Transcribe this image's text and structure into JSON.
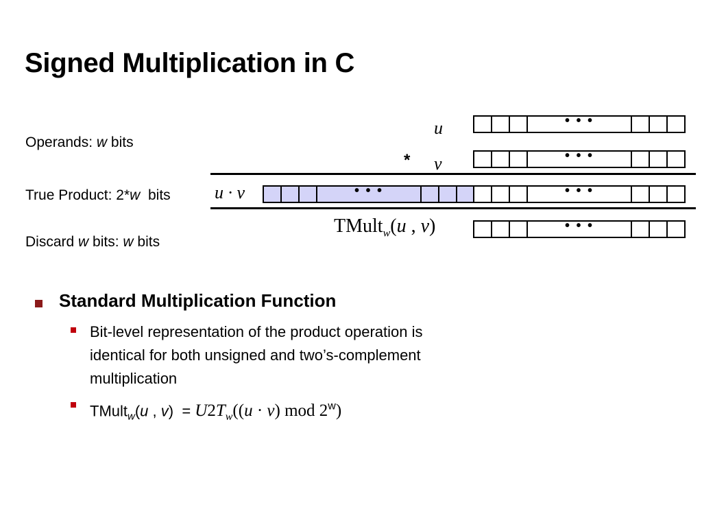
{
  "slide": {
    "title": "Signed Multiplication in C"
  },
  "labels": {
    "operands_prefix": "Operands: ",
    "operands_var": "w",
    "operands_suffix": " bits",
    "true_product_prefix": "True Product: 2*",
    "true_product_var": "w",
    "true_product_suffix": "  bits",
    "discard_prefix": "Discard ",
    "discard_var1": "w",
    "discard_mid": " bits: ",
    "discard_var2": "w",
    "discard_suffix": " bits"
  },
  "diagram": {
    "u_label": "u",
    "v_label": "v",
    "times_symbol": "*",
    "product_label": "u · v",
    "tmult_prefix": "TMult",
    "tmult_sub": "w",
    "tmult_open": "(",
    "tmult_u": "u",
    "tmult_comma": " , ",
    "tmult_v": "v",
    "tmult_close": ")",
    "dots": "• • •"
  },
  "bullets": {
    "heading": "Standard Multiplication Function",
    "item1_line1": "Bit-level representation of the product operation is",
    "item1_line2": "identical for both unsigned and two’s-complement",
    "item1_line3": "multiplication",
    "item2_prefix": "TMult",
    "item2_sub": "w",
    "item2_args_open": "(",
    "item2_u": "u",
    "item2_comma": " , ",
    "item2_v": "v",
    "item2_args_close": ")",
    "item2_eq": "  = ",
    "item2_func": "U",
    "item2_func_rest": "2",
    "item2_func_T": "T",
    "item2_func_sub": "w",
    "item2_expr_open": "((",
    "item2_expr_u": "u",
    "item2_expr_dot": " · ",
    "item2_expr_v": "v",
    "item2_expr_close": ") mod 2",
    "item2_expr_exp": "w",
    "item2_expr_end": ")"
  },
  "colors": {
    "shaded_register": "#d4d4f8",
    "bullet_level1": "#8b1a1a",
    "bullet_level2": "#c0000c"
  }
}
